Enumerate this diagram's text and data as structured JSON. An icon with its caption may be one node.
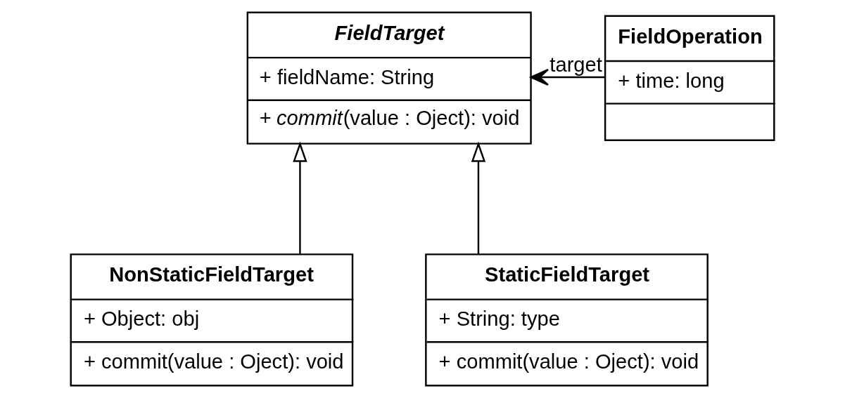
{
  "diagram": {
    "nodes": [
      {
        "text": [
          "FieldTarget",
          "+ fieldName: String",
          "+ *commit*(value : Oject): void"
        ]
      },
      {
        "text": [
          "NonStaticFieldTarget",
          "+ Object: obj",
          "+ commit(value : Oject): void"
        ]
      },
      {
        "text": [
          "StaticFieldTarget",
          "+ String: type",
          "+ commit(value : Oject): void"
        ]
      },
      {
        "text": [
          "FieldOperation",
          "+ time: long"
        ]
      }
    ],
    "edges": [
      {
        "from": 1,
        "to": 0,
        "arrow": "to"
      },
      {
        "from": 2,
        "to": 0,
        "arrow": "to"
      },
      {
        "from": 3,
        "to": 0,
        "arrow": "to",
        "label": "target"
      }
    ]
  }
}
